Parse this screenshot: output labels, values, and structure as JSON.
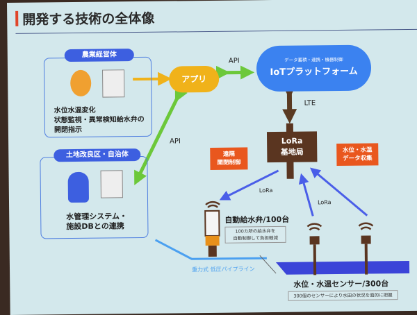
{
  "title": "開発する技術の全体像",
  "farmer": {
    "label": "農業経営体",
    "text": [
      "水位水温変化",
      "状態監視・異常検知給水弁の",
      "開閉指示"
    ]
  },
  "district": {
    "label": "土地改良区・自治体",
    "text": [
      "水管理システム・",
      "施設DBとの連携"
    ]
  },
  "app": "アプリ",
  "platform": {
    "subtitle": "データ蓄積・連携・機器制御",
    "title": "IoTプラットフォーム"
  },
  "links": {
    "api_top": "API",
    "api_left": "API",
    "lte": "LTE",
    "lora_left": "LoRa",
    "lora_right": "LoRa"
  },
  "station": [
    "LoRa",
    "基地局"
  ],
  "bubbles": {
    "remote": [
      "遠隔",
      "開閉制御"
    ],
    "collect": [
      "水位・水温",
      "データ収集"
    ]
  },
  "valve": {
    "caption": "自動給水弁/100台",
    "note": [
      "100カ所の給水弁を",
      "自動制御して負担軽減"
    ]
  },
  "pipeline": "重力式 低圧パイプライン",
  "sensor": {
    "caption": "水位・水温センサー/300台",
    "note": "300個のセンサーにより水田の状況を面的に把握"
  },
  "colors": {
    "accent": "#e0452a",
    "blue": "#3d5fe0",
    "orange": "#e9571e",
    "green": "#6cc83a",
    "brown": "#5a3520",
    "app": "#f0b21a",
    "cloud": "#3b82f0"
  }
}
